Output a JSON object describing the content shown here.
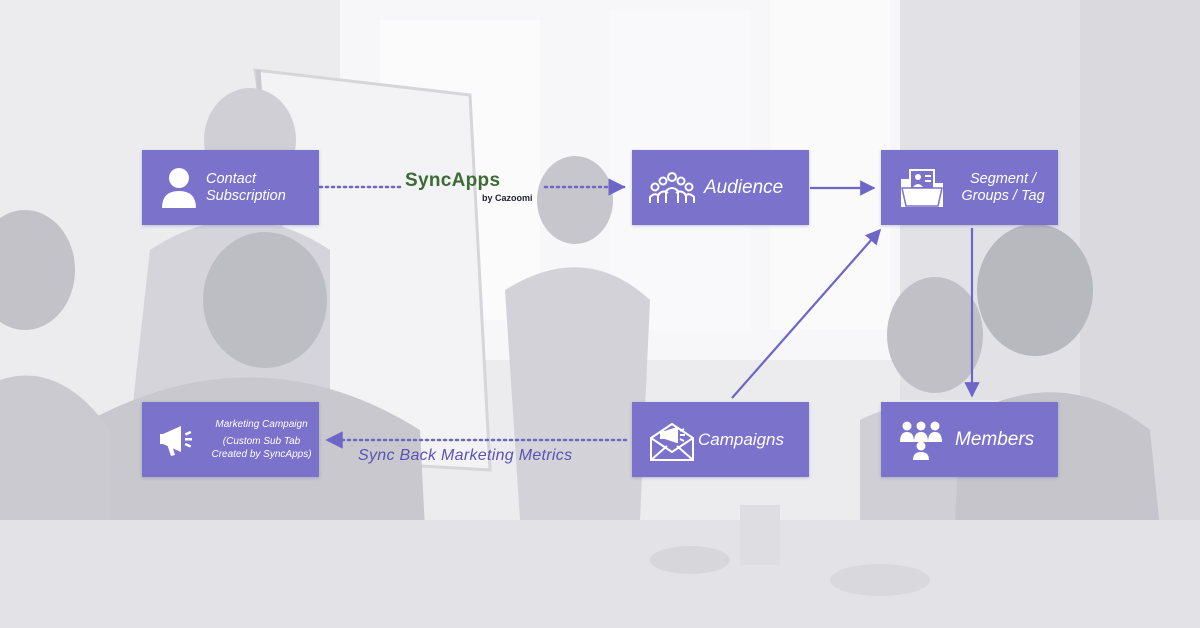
{
  "diagram": {
    "nodes": {
      "contact": {
        "line1": "Contact",
        "line2": "Subscription",
        "icon": "person-icon"
      },
      "syncapps": {
        "logo_text": "SyncApps",
        "byline": "by Cazoomi"
      },
      "audience": {
        "label": "Audience",
        "icon": "group-icon"
      },
      "segment": {
        "line1": "Segment /",
        "line2": "Groups / Tag",
        "icon": "folder-contacts-icon"
      },
      "members": {
        "label": "Members",
        "icon": "team-icon"
      },
      "campaigns": {
        "label": "Campaigns",
        "icon": "envelope-megaphone-icon"
      },
      "marketing": {
        "line1": "Marketing Campaign",
        "line2": "(Custom Sub Tab",
        "line3": "Created by SyncApps)",
        "icon": "megaphone-icon"
      }
    },
    "edges": [
      {
        "from": "contact",
        "to": "syncapps",
        "style": "dotted"
      },
      {
        "from": "syncapps",
        "to": "audience",
        "style": "dotted"
      },
      {
        "from": "audience",
        "to": "segment",
        "style": "solid"
      },
      {
        "from": "segment",
        "to": "members",
        "style": "solid"
      },
      {
        "from": "campaigns",
        "to": "segment",
        "style": "solid"
      },
      {
        "from": "campaigns",
        "to": "marketing",
        "style": "dotted",
        "label": "Sync Back Marketing Metrics"
      }
    ]
  },
  "colors": {
    "box_fill": "#7b72cc",
    "connector": "#6e66c6",
    "label_text": "#5a52b5",
    "logo_green": "#1e5f3a"
  }
}
